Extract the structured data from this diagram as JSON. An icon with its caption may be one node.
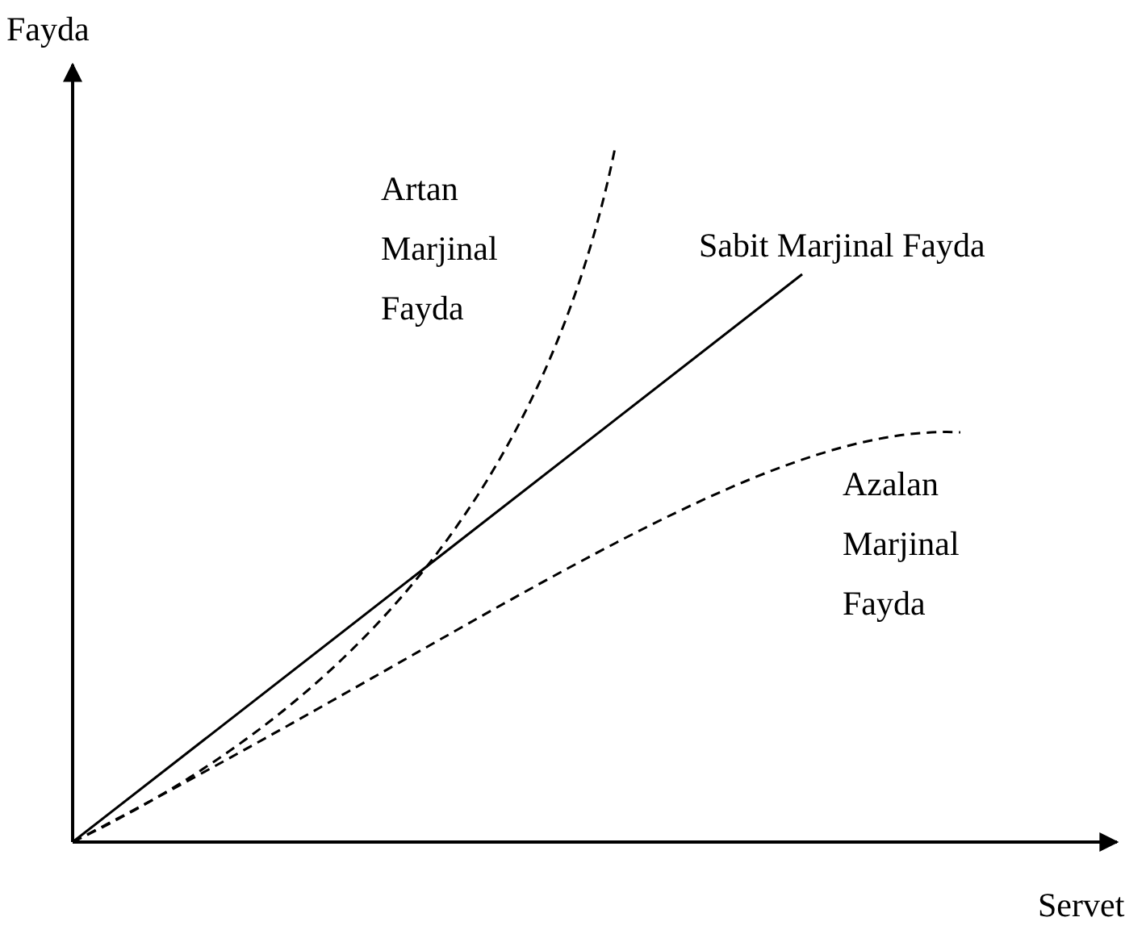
{
  "diagram": {
    "labels": [
      "Fayda",
      "Artan Marjinal Fayda",
      "Sabit Marjinal Fayda",
      "Azalan Marjinal Fayda",
      "Servet"
    ]
  }
}
